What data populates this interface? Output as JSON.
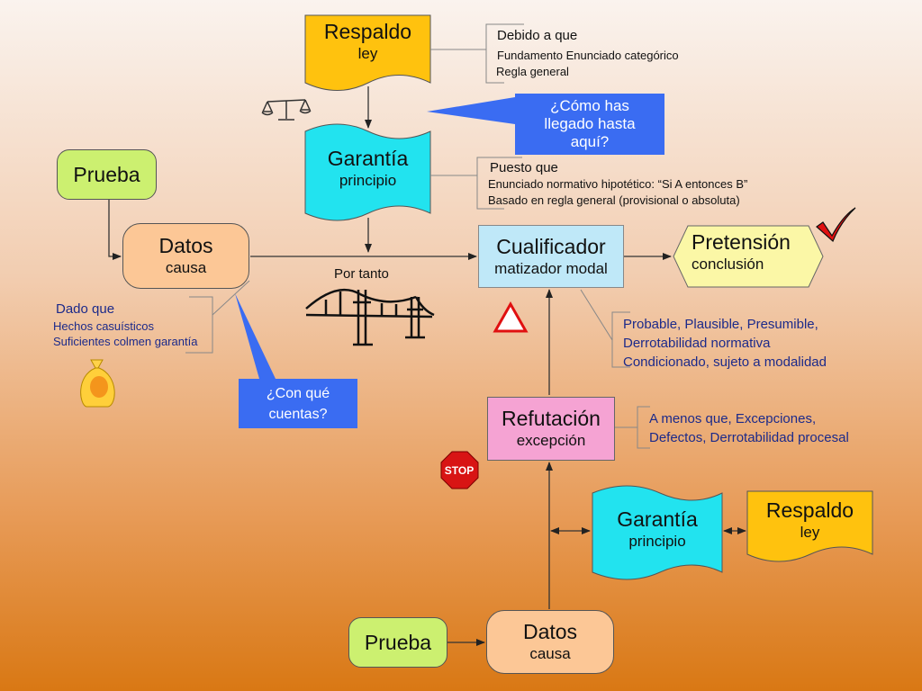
{
  "respaldo_top": {
    "title": "Respaldo",
    "subtitle": "ley"
  },
  "respaldo_note": {
    "l1": "Debido a que",
    "l2": "Fundamento Enunciado categórico",
    "l3": "Regla general"
  },
  "callout_como": {
    "l1": "¿Cómo has",
    "l2": "llegado hasta",
    "l3": "aquí?"
  },
  "garantia_top": {
    "title": "Garantía",
    "subtitle": "principio"
  },
  "garantia_note": {
    "l1": "Puesto que",
    "l2": "Enunciado normativo hipotético:   “Si A entonces B”",
    "l3": "Basado en regla general (provisional o absoluta)"
  },
  "prueba_top": {
    "title": "Prueba"
  },
  "datos_top": {
    "title": "Datos",
    "subtitle": "causa"
  },
  "por_tanto": "Por tanto",
  "cualificador": {
    "title": "Cualificador",
    "subtitle": "matizador modal"
  },
  "pretension": {
    "title": "Pretensión",
    "subtitle": "conclusión"
  },
  "dado_note": {
    "l1": "Dado que",
    "l2": "Hechos casuísticos",
    "l3": "Suficientes colmen garantía"
  },
  "callout_con": {
    "l1": "¿Con qué",
    "l2": "cuentas?"
  },
  "cualif_note": {
    "l1": "Probable, Plausible, Presumible,",
    "l2": "Derrotabilidad normativa",
    "l3": "Condicionado, sujeto a modalidad"
  },
  "refutacion": {
    "title": "Refutación",
    "subtitle": "excepción"
  },
  "refut_note": {
    "l1": "A menos que, Excepciones,",
    "l2": "Defectos, Derrotabilidad procesal"
  },
  "stop_text": "STOP",
  "garantia_bottom": {
    "title": "Garantía",
    "subtitle": "principio"
  },
  "respaldo_bottom": {
    "title": "Respaldo",
    "subtitle": "ley"
  },
  "prueba_bottom": {
    "title": "Prueba"
  },
  "datos_bottom": {
    "title": "Datos",
    "subtitle": "causa"
  },
  "colors": {
    "respaldo": "#ffc20e",
    "garantia": "#22e3ef",
    "prueba": "#ccf070",
    "datos": "#fcc796",
    "cualificador": "#bfe8f8",
    "pretension": "#fbf7a6",
    "refutacion": "#f5a3d3",
    "callout": "#3a6cf2",
    "blue_text": "#1c2a8a"
  }
}
